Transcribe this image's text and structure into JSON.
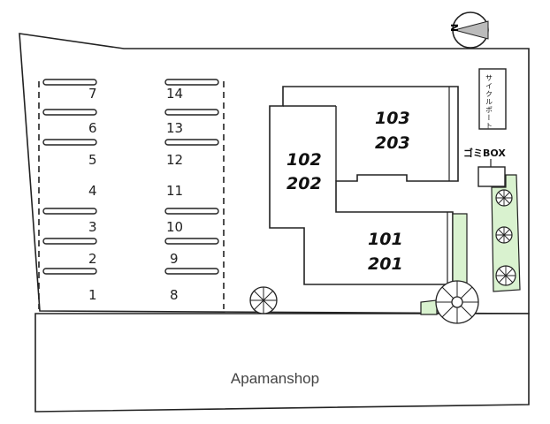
{
  "compass": {
    "label": "N",
    "icon": "north-arrow-icon"
  },
  "parking": {
    "left_column": [
      "7",
      "6",
      "5",
      "4",
      "3",
      "2",
      "1"
    ],
    "right_column": [
      "14",
      "13",
      "12",
      "11",
      "10",
      "9",
      "8"
    ]
  },
  "building": {
    "block_a": {
      "line1": "103",
      "line2": "203"
    },
    "block_b": {
      "line1": "102",
      "line2": "202"
    },
    "block_c": {
      "line1": "101",
      "line2": "201"
    }
  },
  "facilities": {
    "bike_port": "サイクルポート",
    "trash_box": "ゴミBOX"
  },
  "road": {
    "label": "Apamanshop"
  },
  "colors": {
    "greenery": "#d9f2cf",
    "line": "#222222"
  }
}
